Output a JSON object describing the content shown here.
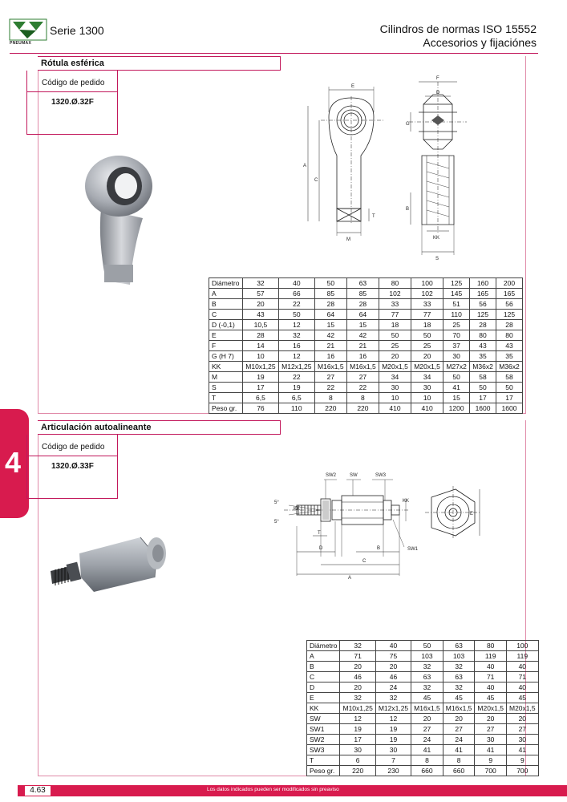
{
  "header": {
    "logo_text": "PNEUMAX",
    "series": "Serie 1300",
    "title_line1": "Cilindros de normas ISO 15552",
    "title_line2": "Accesorios y fijaciónes"
  },
  "side_tab": "4",
  "section1": {
    "title": "Rótula esférica",
    "order_label": "Código de pedido",
    "order_code": "1320.Ø.32F",
    "drawing_labels": {
      "E": "E",
      "F": "F",
      "D": "D",
      "A": "A",
      "C": "C",
      "G": "G",
      "B": "B",
      "T": "T",
      "M": "M",
      "KK": "KK",
      "S": "S"
    },
    "table": [
      [
        "Diámetro",
        "32",
        "40",
        "50",
        "63",
        "80",
        "100",
        "125",
        "160",
        "200"
      ],
      [
        "A",
        "57",
        "66",
        "85",
        "85",
        "102",
        "102",
        "145",
        "165",
        "165"
      ],
      [
        "B",
        "20",
        "22",
        "28",
        "28",
        "33",
        "33",
        "51",
        "56",
        "56"
      ],
      [
        "C",
        "43",
        "50",
        "64",
        "64",
        "77",
        "77",
        "110",
        "125",
        "125"
      ],
      [
        "D (-0,1)",
        "10,5",
        "12",
        "15",
        "15",
        "18",
        "18",
        "25",
        "28",
        "28"
      ],
      [
        "E",
        "28",
        "32",
        "42",
        "42",
        "50",
        "50",
        "70",
        "80",
        "80"
      ],
      [
        "F",
        "14",
        "16",
        "21",
        "21",
        "25",
        "25",
        "37",
        "43",
        "43"
      ],
      [
        "G (H 7)",
        "10",
        "12",
        "16",
        "16",
        "20",
        "20",
        "30",
        "35",
        "35"
      ],
      [
        "KK",
        "M10x1,25",
        "M12x1,25",
        "M16x1,5",
        "M16x1,5",
        "M20x1,5",
        "M20x1,5",
        "M27x2",
        "M36x2",
        "M36x2"
      ],
      [
        "M",
        "19",
        "22",
        "27",
        "27",
        "34",
        "34",
        "50",
        "58",
        "58"
      ],
      [
        "S",
        "17",
        "19",
        "22",
        "22",
        "30",
        "30",
        "41",
        "50",
        "50"
      ],
      [
        "T",
        "6,5",
        "6,5",
        "8",
        "8",
        "10",
        "10",
        "15",
        "17",
        "17"
      ],
      [
        "Peso gr.",
        "76",
        "110",
        "220",
        "220",
        "410",
        "410",
        "1200",
        "1600",
        "1600"
      ]
    ]
  },
  "section2": {
    "title": "Articulación autoalineante",
    "order_label": "Código de pedido",
    "order_code": "1320.Ø.33F",
    "drawing_labels": {
      "SW2": "SW2",
      "SW": "SW",
      "SW3": "SW3",
      "SW1": "SW1",
      "KK": "KK",
      "five1": "5°",
      "five2": "5°",
      "T": "T",
      "D": "D",
      "B": "B",
      "C": "C",
      "A": "A",
      "E": "E"
    },
    "table": [
      [
        "Diámetro",
        "32",
        "40",
        "50",
        "63",
        "80",
        "100"
      ],
      [
        "A",
        "71",
        "75",
        "103",
        "103",
        "119",
        "119"
      ],
      [
        "B",
        "20",
        "20",
        "32",
        "32",
        "40",
        "40"
      ],
      [
        "C",
        "46",
        "46",
        "63",
        "63",
        "71",
        "71"
      ],
      [
        "D",
        "20",
        "24",
        "32",
        "32",
        "40",
        "40"
      ],
      [
        "E",
        "32",
        "32",
        "45",
        "45",
        "45",
        "45"
      ],
      [
        "KK",
        "M10x1,25",
        "M12x1,25",
        "M16x1,5",
        "M16x1,5",
        "M20x1,5",
        "M20x1,5"
      ],
      [
        "SW",
        "12",
        "12",
        "20",
        "20",
        "20",
        "20"
      ],
      [
        "SW1",
        "19",
        "19",
        "27",
        "27",
        "27",
        "27"
      ],
      [
        "SW2",
        "17",
        "19",
        "24",
        "24",
        "30",
        "30"
      ],
      [
        "SW3",
        "30",
        "30",
        "41",
        "41",
        "41",
        "41"
      ],
      [
        "T",
        "6",
        "7",
        "8",
        "8",
        "9",
        "9"
      ],
      [
        "Peso gr.",
        "220",
        "230",
        "660",
        "660",
        "700",
        "700"
      ]
    ]
  },
  "footer": {
    "page": "4.63",
    "note": "Los datos indicados pueden ser modificados sin preaviso"
  },
  "colors": {
    "accent": "#d81b4e",
    "line": "#c2185b"
  }
}
